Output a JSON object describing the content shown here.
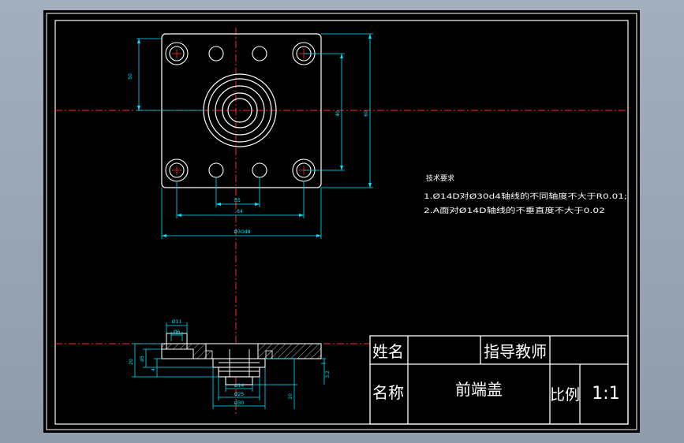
{
  "colors": {
    "background": "#000000",
    "outline": "#ffffff",
    "centerline": "#ff2a2a",
    "dimension": "#00e5ff",
    "hatch": "#d8d8d8",
    "frame_bg": "#9aa6b5"
  },
  "top_view": {
    "dims": {
      "vertical_left": "50",
      "vertical_right_inner": "40",
      "vertical_right_outer": "60",
      "bolt_inner": "B5",
      "bolt_outer": "64",
      "overall_width": "Ø3Od8"
    }
  },
  "section_view": {
    "dims": {
      "d11": "Ø11",
      "d6": "Ø6",
      "h20": "20",
      "h5": "ø5",
      "h_left": "4",
      "d14": "Ø14",
      "d25": "Ø25",
      "d30": "Ø30",
      "h10": "10",
      "h32": "3.2"
    }
  },
  "notes": {
    "title": "技术要求",
    "line1": "1.Ø14D对Ø30d4轴线的不同轴度不大于R0.01;",
    "line2": "2.A面对Ø14D轴线的不垂直度不大于0.02"
  },
  "title_block": {
    "name_label": "姓名",
    "teacher_label": "指导教师",
    "part_label": "名称",
    "part_name": "前端盖",
    "scale_label": "比例",
    "scale_value": "1:1"
  }
}
